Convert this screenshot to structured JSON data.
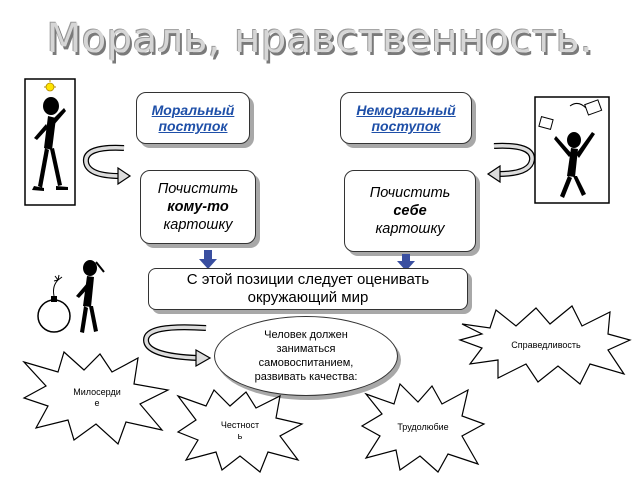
{
  "title": "Мораль, нравственность.",
  "moral_header": [
    "Моральный",
    "поступок"
  ],
  "immoral_header": [
    "Неморальный",
    "поступок"
  ],
  "moral_example": [
    "Почистить",
    "кому-то",
    "картошку"
  ],
  "immoral_example": [
    "Почистить",
    "себе",
    "картошку"
  ],
  "conclusion": [
    "С этой позиции следует оценивать",
    "окружающий мир"
  ],
  "ellipse": [
    "Человек должен",
    "заниматься",
    "самовоспитанием,",
    "развивать качества:"
  ],
  "qualities": {
    "justice": "Справедливость",
    "mercy": [
      "Милосерди",
      "е"
    ],
    "honesty": [
      "Честност",
      "ь"
    ],
    "diligence": "Трудолюбие"
  },
  "colors": {
    "header_text": "#1e4fa8",
    "arrow": "#3a4fa0",
    "title": "#d6d6d6"
  },
  "icons": [
    "idea-figure-icon",
    "juggler-figure-icon",
    "bomb-figure-icon",
    "curved-arrow-icon"
  ]
}
